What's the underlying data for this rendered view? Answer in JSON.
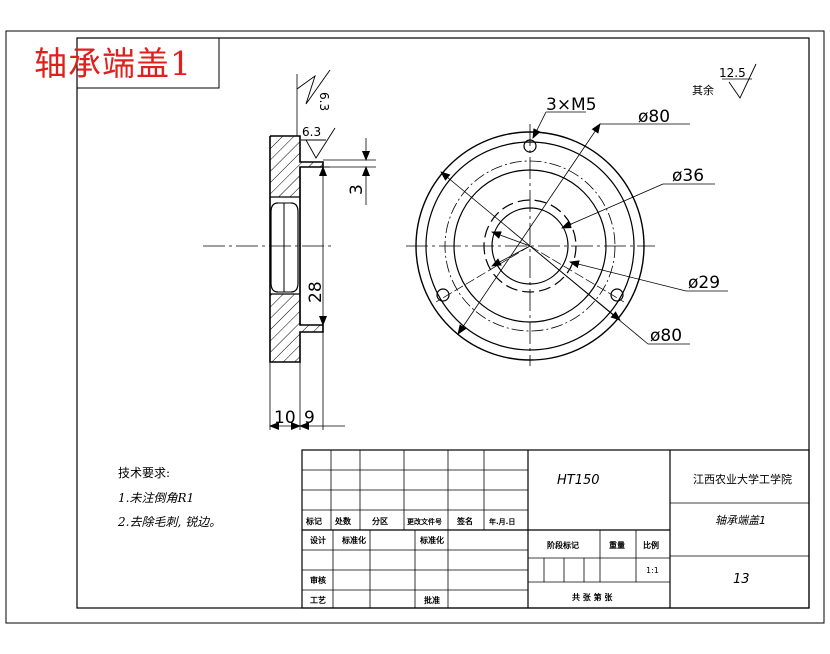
{
  "drawing_title": "轴承端盖1",
  "roughness": {
    "vertical_face": "6.3",
    "top_face": "6.3",
    "rest_value": "12.5",
    "rest_label": "其余"
  },
  "dimensions": {
    "side_height_small": "3",
    "side_height_bore": "28",
    "side_width_left": "10",
    "side_width_right": "9",
    "holes": "3×M5",
    "dia_outer_top": "ø80",
    "dia_36": "ø36",
    "dia_29": "ø29",
    "dia_outer_bottom": "ø80"
  },
  "tech_requirements": {
    "heading": "技术要求:",
    "item1": "1.未注倒角R1",
    "item2": "2.去除毛刺, 锐边。"
  },
  "title_block": {
    "material": "HT150",
    "school": "江西农业大学工学院",
    "part_name": "轴承端盖1",
    "drawing_no": "13",
    "scale": "1:1",
    "labels": {
      "mark": "标记",
      "count": "处数",
      "zone": "分区",
      "change_doc": "更改文件号",
      "signature": "签名",
      "date": "年.月.日",
      "design": "设计",
      "review": "审核",
      "process": "工艺",
      "standardize": "标准化",
      "approve": "批准",
      "stage_mark": "阶段标记",
      "weight": "重量",
      "ratio": "比例",
      "sheets": "共 张 第 张"
    }
  }
}
